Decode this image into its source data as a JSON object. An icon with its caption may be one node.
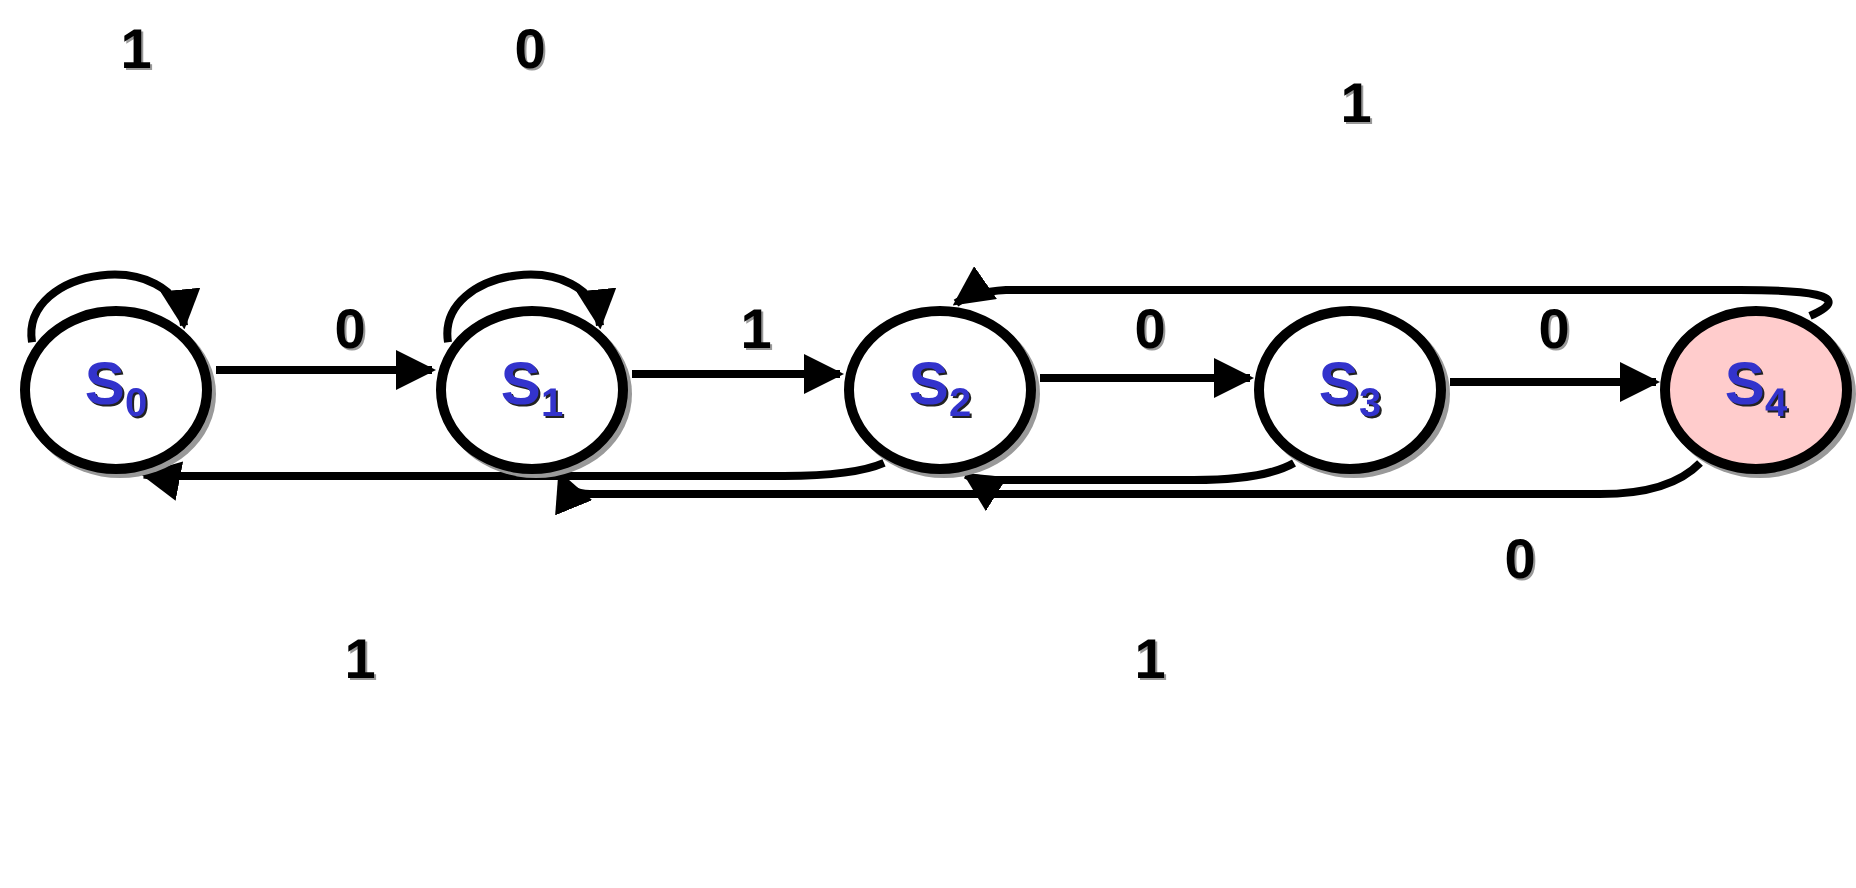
{
  "diagram": {
    "nodes": [
      {
        "text": [
          "S$_{0}$"
        ]
      },
      {
        "text": [
          "S$_{1}$"
        ]
      },
      {
        "text": [
          "S$_{2}$"
        ]
      },
      {
        "text": [
          "S$_{3}$"
        ]
      },
      {
        "text": [
          "S$_{4}$"
        ]
      }
    ],
    "edges": [
      {
        "from": 0,
        "to": 0,
        "arrow": "to",
        "label": "1"
      },
      {
        "from": 0,
        "to": 1,
        "arrow": "to",
        "label": "0"
      },
      {
        "from": 1,
        "to": 1,
        "arrow": "to",
        "label": "0"
      },
      {
        "from": 1,
        "to": 2,
        "arrow": "to",
        "label": "1"
      },
      {
        "from": 2,
        "to": 3,
        "arrow": "to",
        "label": "0"
      },
      {
        "from": 3,
        "to": 4,
        "arrow": "to",
        "label": "0"
      },
      {
        "from": 4,
        "to": 2,
        "arrow": "to",
        "label": "1"
      },
      {
        "from": 2,
        "to": 0,
        "arrow": "to",
        "label": "1"
      },
      {
        "from": 3,
        "to": 2,
        "arrow": "to",
        "label": "1"
      },
      {
        "from": 4,
        "to": 1,
        "arrow": "to",
        "label": "0"
      }
    ]
  }
}
